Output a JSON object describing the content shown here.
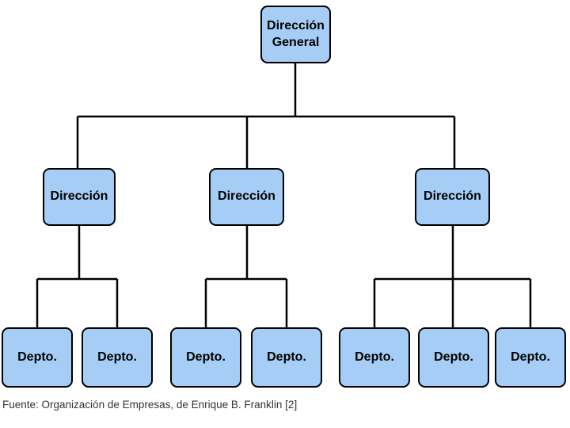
{
  "colors": {
    "background": "#FFFFFF",
    "box_fill": "#A6CDF5",
    "box_border": "#000000",
    "connector": "#000000"
  },
  "org": {
    "root": {
      "label": "Dirección General",
      "children": [
        {
          "label": "Dirección",
          "children": [
            {
              "label": "Depto."
            },
            {
              "label": "Depto."
            }
          ]
        },
        {
          "label": "Dirección",
          "children": [
            {
              "label": "Depto."
            },
            {
              "label": "Depto."
            }
          ]
        },
        {
          "label": "Dirección",
          "children": [
            {
              "label": "Depto."
            },
            {
              "label": "Depto."
            },
            {
              "label": "Depto."
            }
          ]
        }
      ]
    }
  },
  "footer": {
    "source": "Fuente: Organización de Empresas, de Enrique B. Franklin [2]"
  }
}
